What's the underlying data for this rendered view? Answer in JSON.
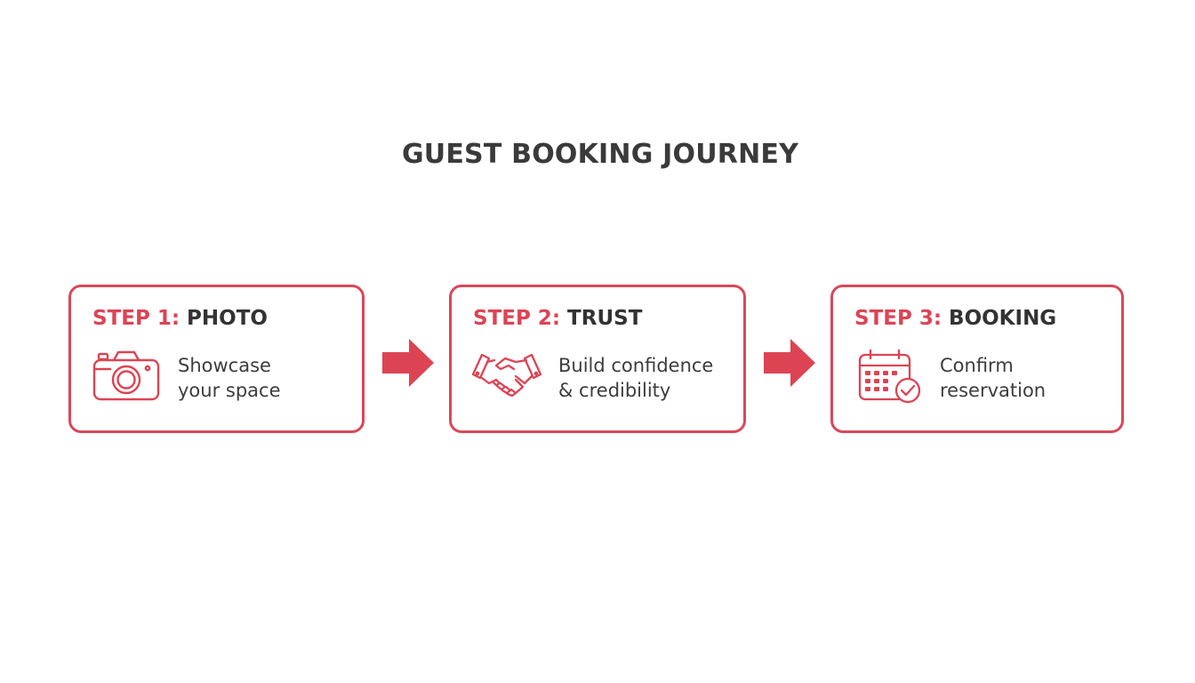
{
  "title": "GUEST BOOKING JOURNEY",
  "colors": {
    "accent": "#dc4454",
    "text": "#3b3b3b",
    "background": "#ffffff"
  },
  "steps": [
    {
      "step_label": "STEP 1:",
      "name": "PHOTO",
      "icon": "camera-icon",
      "lines": [
        "Showcase",
        "your space"
      ]
    },
    {
      "step_label": "STEP 2:",
      "name": "TRUST",
      "icon": "handshake-icon",
      "lines": [
        "Build confidence",
        "& credibility"
      ]
    },
    {
      "step_label": "STEP 3:",
      "name": "BOOKING",
      "icon": "calendar-check-icon",
      "lines": [
        "Confirm",
        "reservation"
      ]
    }
  ]
}
